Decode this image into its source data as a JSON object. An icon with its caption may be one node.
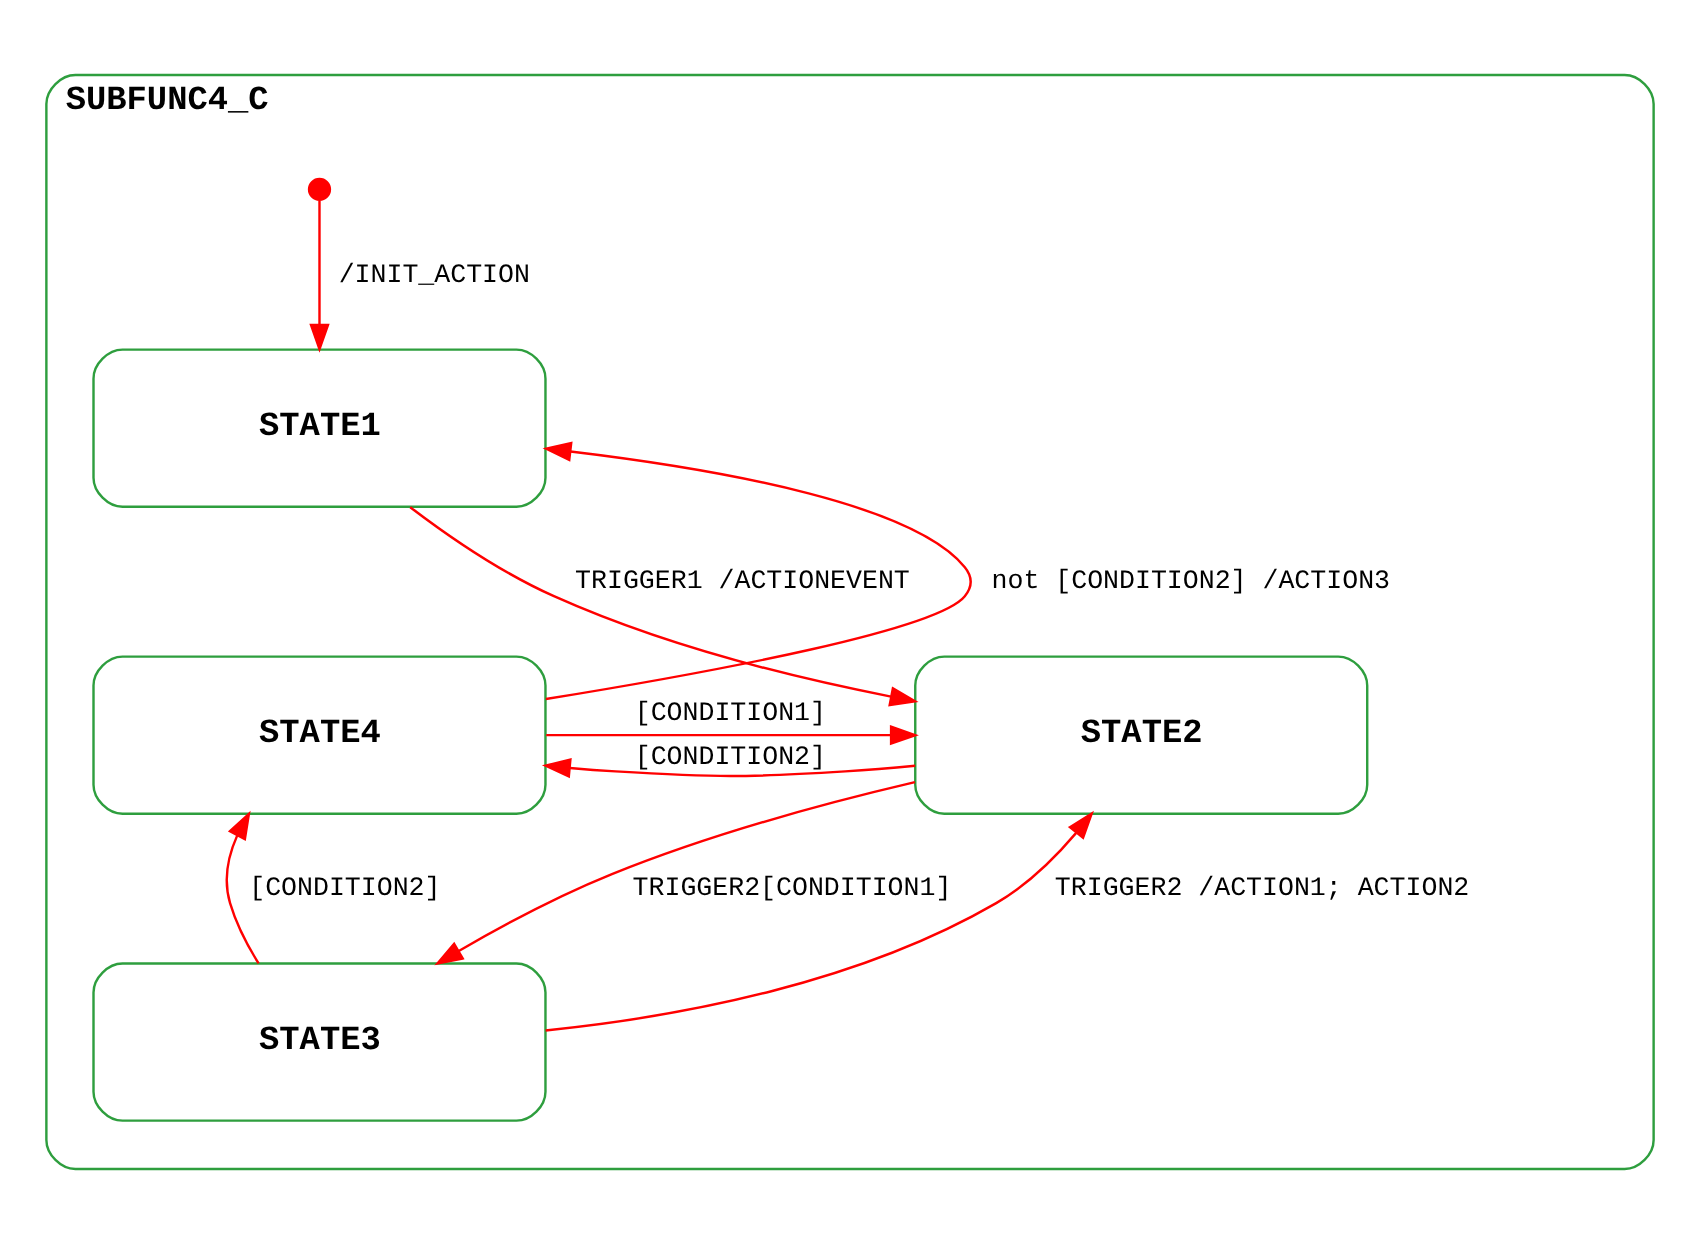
{
  "diagram": {
    "nodes": [
      {
        "text": [
          "SUBFUNC4_C"
        ]
      },
      {
        "text": [],
        "shape": "circle",
        "in": 0
      },
      {
        "text": [
          "STATE1"
        ],
        "in": 0
      },
      {
        "text": [
          "STATE4"
        ],
        "in": 0
      },
      {
        "text": [
          "STATE2"
        ],
        "in": 0
      },
      {
        "text": [
          "STATE3"
        ],
        "in": 0
      }
    ],
    "edges": [
      {
        "from": 1,
        "to": 2,
        "arrow": "to",
        "label": "/INIT_ACTION"
      },
      {
        "from": 2,
        "to": 4,
        "arrow": "to",
        "label": "TRIGGER1 /ACTIONEVENT"
      },
      {
        "from": 3,
        "to": 2,
        "arrow": "to",
        "label": "not [CONDITION2] /ACTION3"
      },
      {
        "from": 3,
        "to": 4,
        "arrow": "to",
        "label": "[CONDITION1]"
      },
      {
        "from": 4,
        "to": 3,
        "arrow": "to",
        "label": "[CONDITION2]"
      },
      {
        "from": 4,
        "to": 5,
        "arrow": "to",
        "label": "TRIGGER2[CONDITION1]"
      },
      {
        "from": 5,
        "to": 4,
        "arrow": "to",
        "label": "TRIGGER2 /ACTION1; ACTION2"
      },
      {
        "from": 5,
        "to": 3,
        "arrow": "to",
        "label": "[CONDITION2]"
      }
    ]
  }
}
